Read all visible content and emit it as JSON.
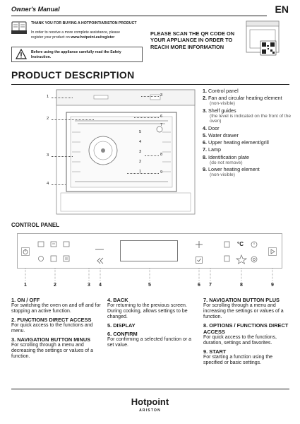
{
  "header": {
    "manual": "Owner's Manual",
    "lang": "EN"
  },
  "intro": {
    "thanks_title": "THANK YOU FOR BUYING A HOTPOINT/ARISTON PRODUCT",
    "thanks_text_1": "In order to receive a more complete assistance, please",
    "thanks_text_2": "register your product on",
    "thanks_url": "www.hotpoint.eu/register",
    "warning": "Before using the appliance carefully read the Safety Instruction.",
    "qr_text": "PLEASE SCAN THE QR CODE ON YOUR APPLIANCE IN ORDER TO REACH MORE INFORMATION"
  },
  "product": {
    "title": "PRODUCT DESCRIPTION",
    "callouts": [
      "1",
      "2",
      "3",
      "4",
      "5",
      "6",
      "7",
      "8",
      "9"
    ],
    "parts": [
      {
        "num": "1.",
        "label": "Control panel",
        "sub": ""
      },
      {
        "num": "2.",
        "label": "Fan and circular heating element",
        "sub": "(non-visible)"
      },
      {
        "num": "3.",
        "label": "Shelf guides",
        "sub": "(the level is indicated on the front of the oven)"
      },
      {
        "num": "4.",
        "label": "Door",
        "sub": ""
      },
      {
        "num": "5.",
        "label": "Water drawer",
        "sub": ""
      },
      {
        "num": "6.",
        "label": "Upper heating element/grill",
        "sub": ""
      },
      {
        "num": "7.",
        "label": "Lamp",
        "sub": ""
      },
      {
        "num": "8.",
        "label": "Identification plate",
        "sub": "(do not remove)"
      },
      {
        "num": "9.",
        "label": "Lower heating element",
        "sub": "(non-visible)"
      }
    ],
    "shelf_levels": [
      "5",
      "4",
      "3",
      "2",
      "1"
    ]
  },
  "control_panel": {
    "title": "CONTROL PANEL",
    "temp_unit": "°C",
    "numbers": [
      "1",
      "2",
      "3",
      "4",
      "5",
      "6",
      "7",
      "8",
      "9"
    ],
    "descriptions_col1": [
      {
        "head": "1. ON / OFF",
        "text": "For switching the oven on and off and for stopping an active function."
      },
      {
        "head": "2. FUNCTIONS DIRECT ACCESS",
        "text": "For quick access to the functions and menu."
      },
      {
        "head": "3. NAVIGATION BUTTON MINUS",
        "text": "For scrolling through a menu and decreasing the settings or values of a function."
      }
    ],
    "descriptions_col2": [
      {
        "head": "4. BACK",
        "text": "For returning to the previous screen. During cooking, allows settings to be changed."
      },
      {
        "head": "5. DISPLAY",
        "text": ""
      },
      {
        "head": "6. CONFIRM",
        "text": "For confirming a selected function or a set value."
      }
    ],
    "descriptions_col3": [
      {
        "head": "7. NAVIGATION BUTTON PLUS",
        "text": "For scrolling through a menu and increasing the settings or values of a function."
      },
      {
        "head": "8. OPTIONS / FUNCTIONS DIRECT ACCESS",
        "text": "For quick access to the functions, duration, settings and favorites."
      },
      {
        "head": "9. START",
        "text": "For starting a function using the specified or basic settings."
      }
    ]
  },
  "footer": {
    "brand": "Hotpoint",
    "sub": "ARISTON"
  }
}
